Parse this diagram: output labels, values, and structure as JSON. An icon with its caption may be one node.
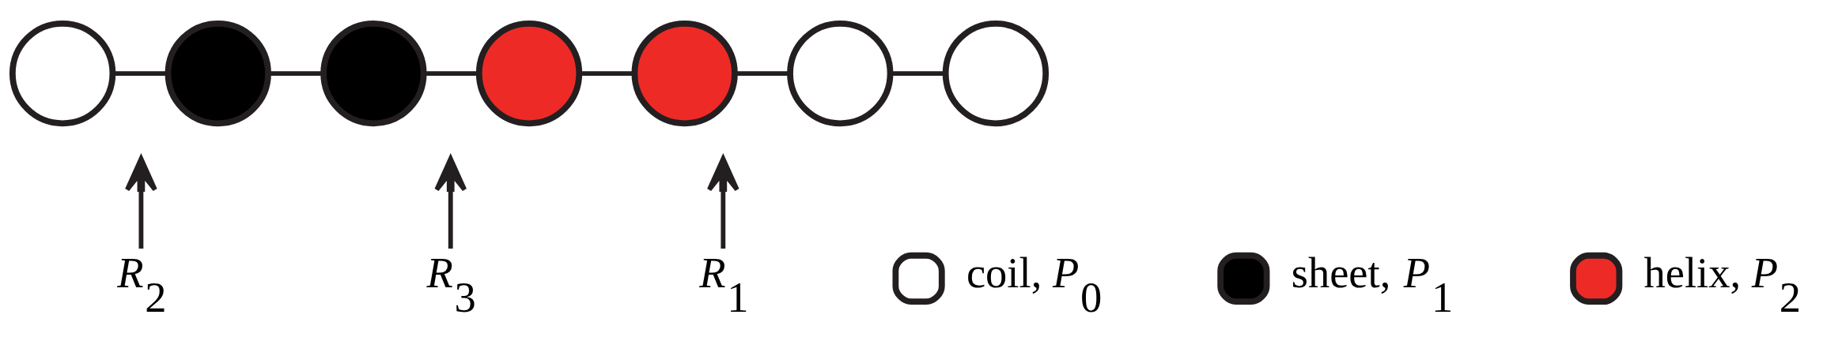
{
  "diagram": {
    "nodes": [
      {
        "text": [],
        "shape": "circle"
      },
      {
        "text": [],
        "shape": "circle"
      },
      {
        "text": [],
        "shape": "circle"
      },
      {
        "text": [],
        "shape": "circle"
      },
      {
        "text": [],
        "shape": "circle"
      },
      {
        "text": [],
        "shape": "circle"
      },
      {
        "text": [],
        "shape": "circle"
      },
      {
        "text": [
          "*R*$_{2}$"
        ]
      },
      {
        "text": [
          "*R*$_{3}$"
        ]
      },
      {
        "text": [
          "*R*$_{1}$"
        ]
      }
    ],
    "edges": [
      {
        "from": 0,
        "to": 1,
        "arrow": "none"
      },
      {
        "from": 1,
        "to": 2,
        "arrow": "none"
      },
      {
        "from": 2,
        "to": 3,
        "arrow": "none"
      },
      {
        "from": 3,
        "to": 4,
        "arrow": "none"
      },
      {
        "from": 4,
        "to": 5,
        "arrow": "none"
      },
      {
        "from": 5,
        "to": 6,
        "arrow": "none"
      },
      {
        "from": 7,
        "to": null,
        "arrow": "to"
      },
      {
        "from": 8,
        "to": null,
        "arrow": "to"
      },
      {
        "from": 9,
        "to": null,
        "arrow": "to"
      }
    ],
    "legend": [
      {
        "text": "coil, *P*$_{0}$"
      },
      {
        "text": "sheet, *P*$_{1}$"
      },
      {
        "text": "helix, *P*$_{2}$"
      }
    ]
  }
}
